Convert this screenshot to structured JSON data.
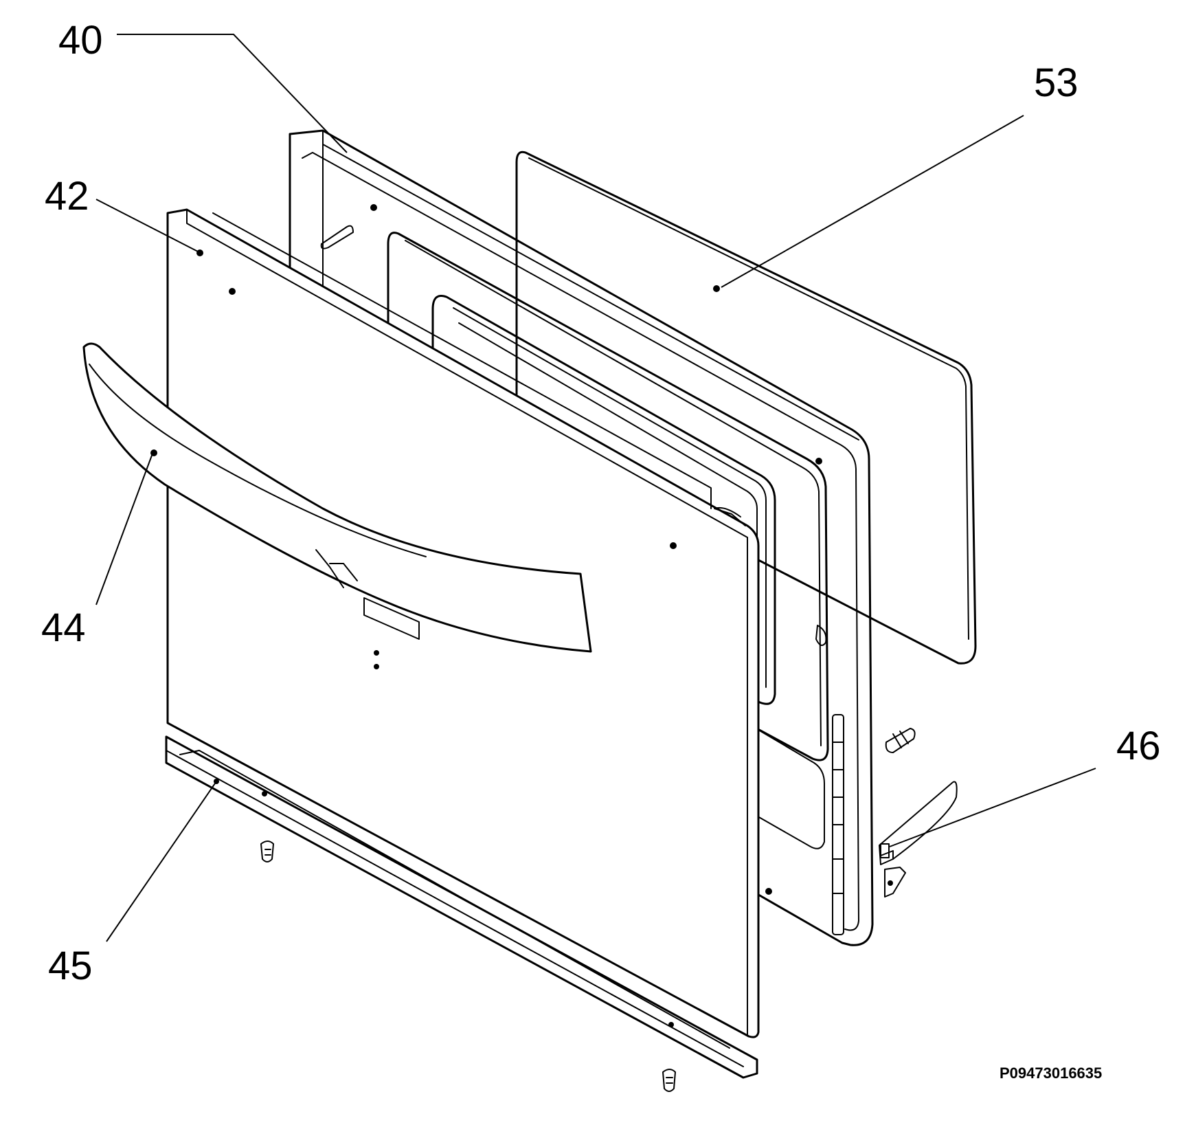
{
  "diagram": {
    "callouts": [
      {
        "id": "c40",
        "label": "40"
      },
      {
        "id": "c53",
        "label": "53"
      },
      {
        "id": "c42",
        "label": "42"
      },
      {
        "id": "c44",
        "label": "44"
      },
      {
        "id": "c46",
        "label": "46"
      },
      {
        "id": "c45",
        "label": "45"
      }
    ],
    "reference_code": "P09473016635"
  }
}
